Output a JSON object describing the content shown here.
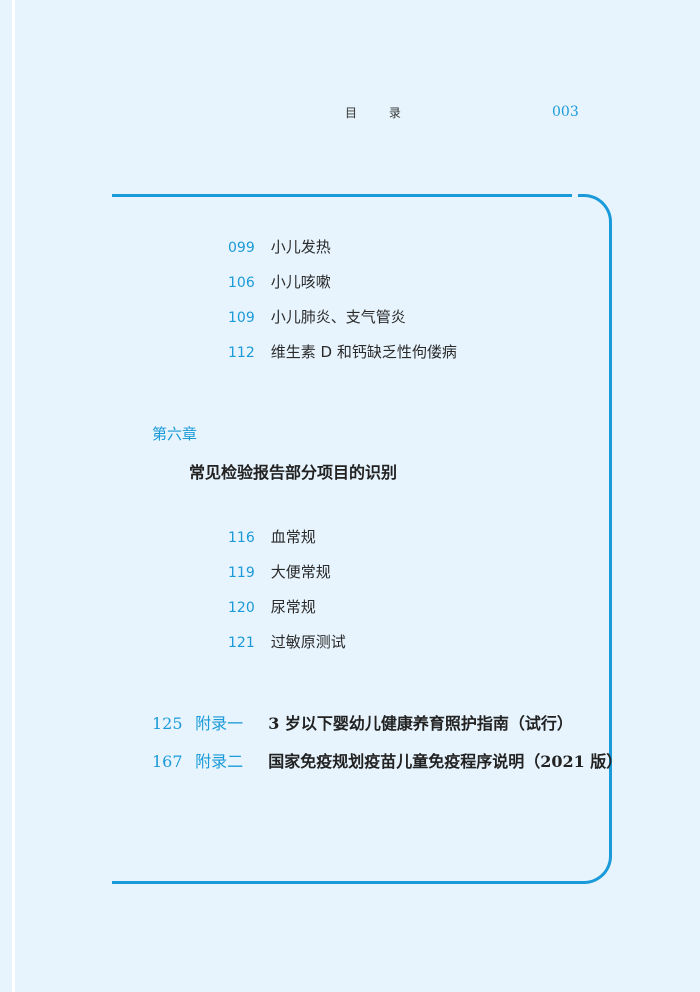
{
  "header": {
    "title": "目 录",
    "page_number": "003"
  },
  "section_entries": [
    {
      "page": "099",
      "title": "小儿发热"
    },
    {
      "page": "106",
      "title": "小儿咳嗽"
    },
    {
      "page": "109",
      "title": "小儿肺炎、支气管炎"
    },
    {
      "page": "112",
      "title": "维生素 D 和钙缺乏性佝偻病"
    }
  ],
  "chapter": {
    "label": "第六章",
    "title": "常见检验报告部分项目的识别",
    "entries": [
      {
        "page": "116",
        "title": "血常规"
      },
      {
        "page": "119",
        "title": "大便常规"
      },
      {
        "page": "120",
        "title": "尿常规"
      },
      {
        "page": "121",
        "title": "过敏原测试"
      }
    ]
  },
  "appendices": [
    {
      "page": "125",
      "label": "附录一",
      "title": "3 岁以下婴幼儿健康养育照护指南（试行）"
    },
    {
      "page": "167",
      "label": "附录二",
      "title": "国家免疫规划疫苗儿童免疫程序说明（2021 版）"
    }
  ],
  "colors": {
    "accent": "#1a9ad8",
    "background": "#e7f4fd",
    "text": "#2a2a2a"
  }
}
